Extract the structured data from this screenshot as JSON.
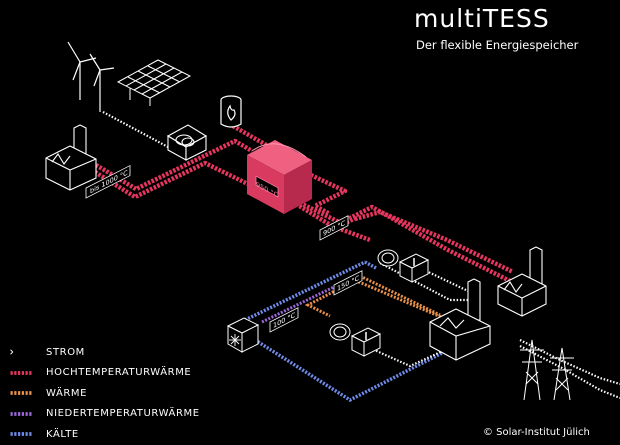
{
  "header": {
    "title": "multiTESS",
    "subtitle": "Der flexible Energiespeicher"
  },
  "legend": {
    "items": [
      {
        "label": "STROM",
        "color": "#ffffff",
        "style": "chevrons"
      },
      {
        "label": "HOCHTEMPERATURWÄRME",
        "color": "#e8365f",
        "style": "dashed"
      },
      {
        "label": "WÄRME",
        "color": "#e8904a",
        "style": "dashed"
      },
      {
        "label": "NIEDERTEMPERATURWÄRME",
        "color": "#9a68d8",
        "style": "dashed"
      },
      {
        "label": "KÄLTE",
        "color": "#6f8ae8",
        "style": "dashed"
      }
    ]
  },
  "labels": {
    "industry_temp": "bis 1000 °C",
    "storage_temp": "950 °C",
    "outlet_temp": "900 °C",
    "heat_temp": "150 °C",
    "low_temp": "100 °C"
  },
  "icons": {
    "wind": "wind-turbine-icon",
    "solar": "solar-panel-icon",
    "flame": "flame-icon",
    "heater": "electric-heater-icon",
    "storage": "thermal-storage-icon",
    "industry": "factory-icon",
    "turbine": "turbine-generator-icon",
    "cooling": "snowflake-chiller-icon",
    "pylon": "power-pylon-icon"
  },
  "footer": {
    "copyright": "© Solar-Institut Jülich"
  }
}
